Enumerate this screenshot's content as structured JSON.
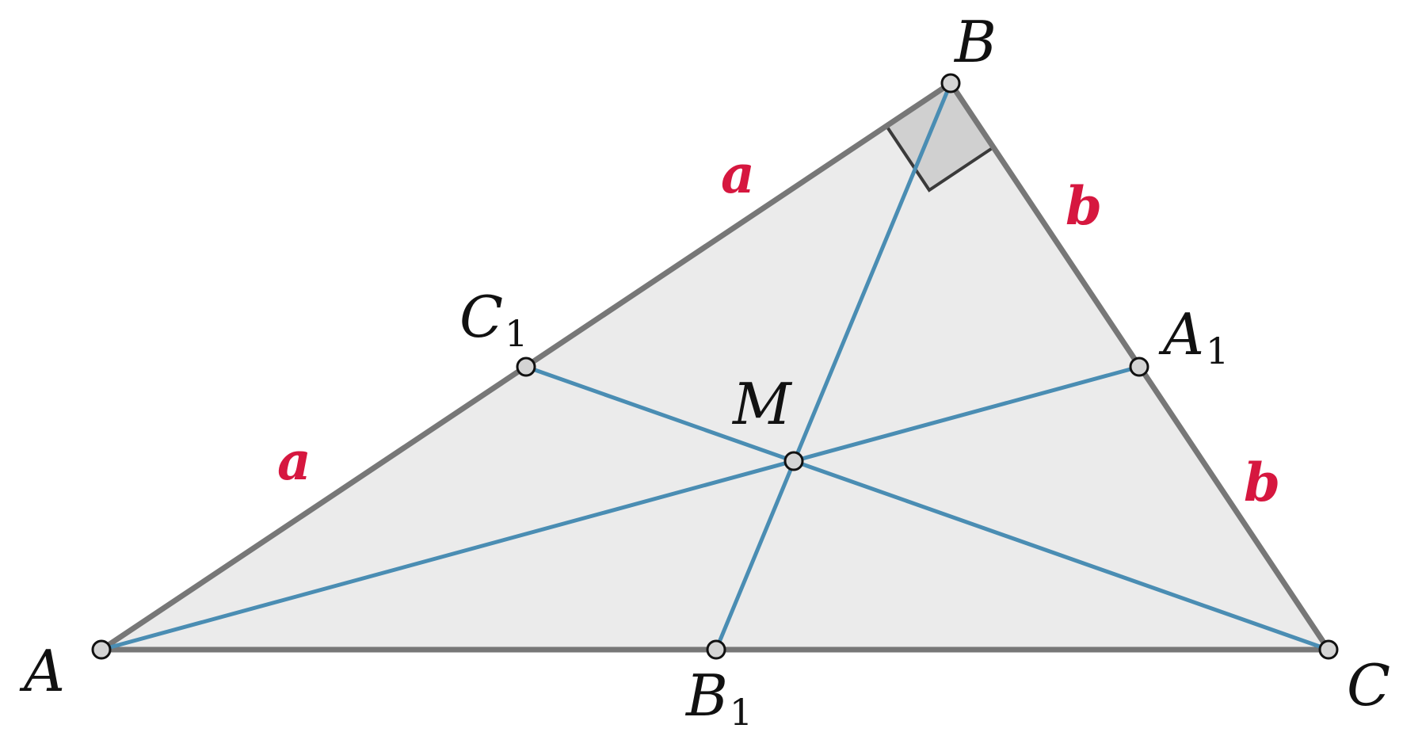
{
  "colors": {
    "fill": "#ebebeb",
    "side": "#777777",
    "median": "#4a8db3",
    "segment_label": "#d6173f",
    "point_fill": "#d4d4d4",
    "right_angle_fill": "#d0d0d0"
  },
  "points": {
    "A": {
      "label": "A",
      "sub": ""
    },
    "B": {
      "label": "B",
      "sub": ""
    },
    "C": {
      "label": "C",
      "sub": ""
    },
    "A1": {
      "label": "A",
      "sub": "1"
    },
    "B1": {
      "label": "B",
      "sub": "1"
    },
    "C1": {
      "label": "C",
      "sub": "1"
    },
    "M": {
      "label": "M",
      "sub": ""
    }
  },
  "segment_labels": {
    "a_upper": "a",
    "a_lower": "a",
    "b_upper": "b",
    "b_lower": "b"
  }
}
